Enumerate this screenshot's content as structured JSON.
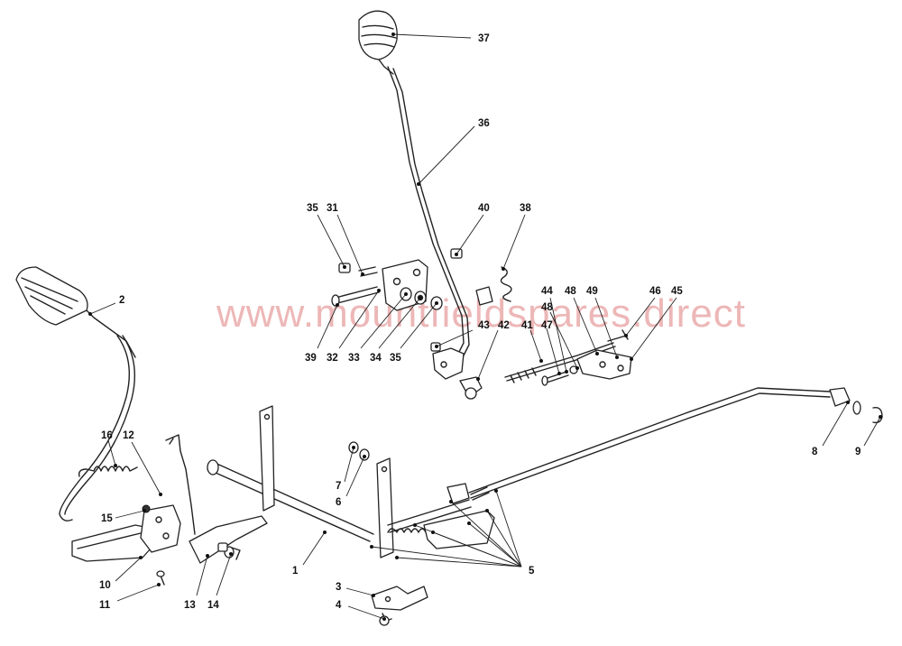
{
  "watermark": "www.mountfieldspares.direct",
  "callouts": [
    {
      "label": "37"
    },
    {
      "label": "36"
    },
    {
      "label": "35"
    },
    {
      "label": "31"
    },
    {
      "label": "40"
    },
    {
      "label": "38"
    },
    {
      "label": "2"
    },
    {
      "label": "44"
    },
    {
      "label": "48"
    },
    {
      "label": "49"
    },
    {
      "label": "46"
    },
    {
      "label": "45"
    },
    {
      "label": "48"
    },
    {
      "label": "47"
    },
    {
      "label": "43"
    },
    {
      "label": "42"
    },
    {
      "label": "41"
    },
    {
      "label": "39"
    },
    {
      "label": "32"
    },
    {
      "label": "33"
    },
    {
      "label": "34"
    },
    {
      "label": "35"
    },
    {
      "label": "16"
    },
    {
      "label": "12"
    },
    {
      "label": "7"
    },
    {
      "label": "6"
    },
    {
      "label": "8"
    },
    {
      "label": "9"
    },
    {
      "label": "15"
    },
    {
      "label": "5"
    },
    {
      "label": "1"
    },
    {
      "label": "10"
    },
    {
      "label": "3"
    },
    {
      "label": "11"
    },
    {
      "label": "4"
    },
    {
      "label": "13"
    },
    {
      "label": "14"
    }
  ]
}
